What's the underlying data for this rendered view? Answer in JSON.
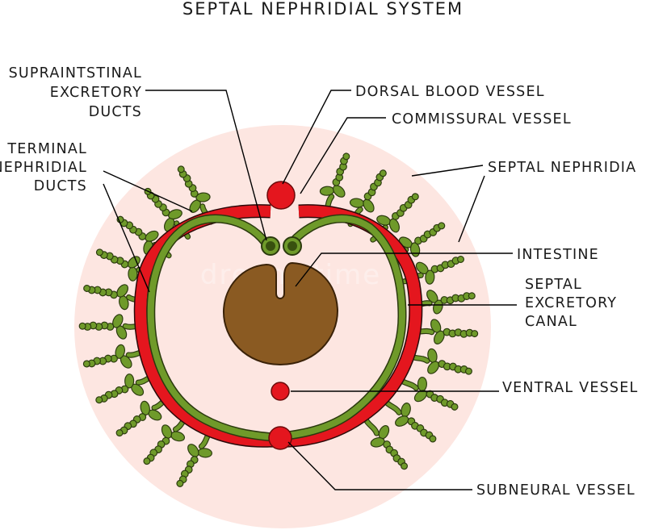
{
  "title": "SEPTAL NEPHRIDIAL SYSTEM",
  "watermark": "dreamstime",
  "colors": {
    "background_disc": "#fde6e1",
    "blood_vessel": "#e4161e",
    "nephridia_fill": "#6f9a2a",
    "nephridia_stroke": "#2b3a0e",
    "intestine": "#8a5a22",
    "intestine_stroke": "#3a2208"
  },
  "labels": {
    "supraintestinal": [
      "SUPRAINTSTINAL",
      "EXCRETORY",
      "DUCTS"
    ],
    "terminal": [
      "TERMINAL",
      "NEPHRIDIAL",
      "DUCTS"
    ],
    "dorsal": [
      "DORSAL BLOOD VESSEL"
    ],
    "commissural": [
      "COMMISSURAL VESSEL"
    ],
    "septal_nephridia": [
      "SEPTAL NEPHRIDIA"
    ],
    "intestine": [
      "INTESTINE"
    ],
    "septal_canal": [
      "SEPTAL",
      "EXCRETORY",
      "CANAL"
    ],
    "ventral": [
      "VENTRAL VESSEL"
    ],
    "subneural": [
      "SUBNEURAL VESSEL"
    ]
  }
}
